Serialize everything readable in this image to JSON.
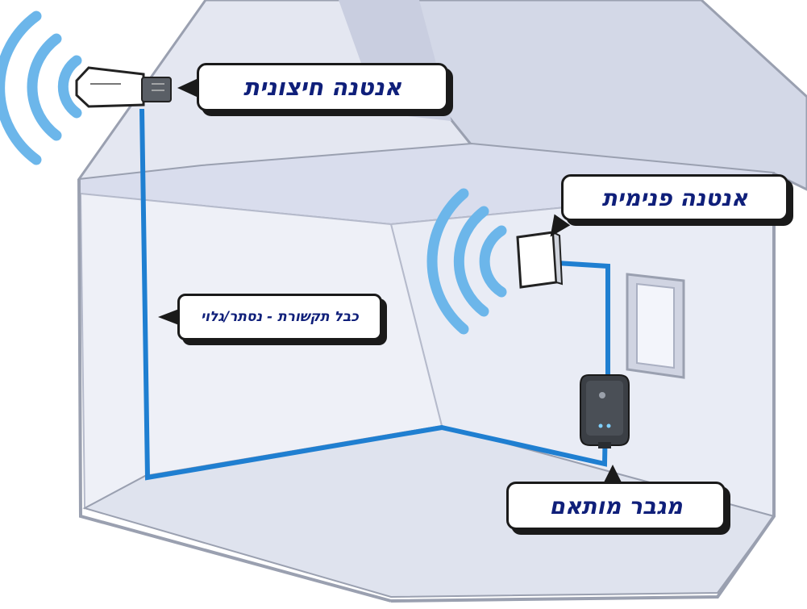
{
  "labels": {
    "outdoor_antenna": "אנטנה חיצונית",
    "indoor_antenna": "אנטנה פנימית",
    "cable": "כבל תקשורת - נסתר/גלוי",
    "booster": "מגבר מותאם"
  },
  "colors": {
    "cable": "#1f7fd1",
    "signal": "#6cb6ea",
    "label_text": "#0f1f7a",
    "house_outline": "#9aa0b0",
    "wall_light": "#eceef6",
    "wall_mid": "#dde1ee",
    "wall_dark": "#c8cddd",
    "booster_body": "#3b3f45"
  },
  "icons": {
    "outdoor_antenna": "panel-antenna-icon",
    "indoor_antenna": "indoor-antenna-icon",
    "booster": "signal-booster-icon",
    "signal": "signal-waves-icon"
  }
}
